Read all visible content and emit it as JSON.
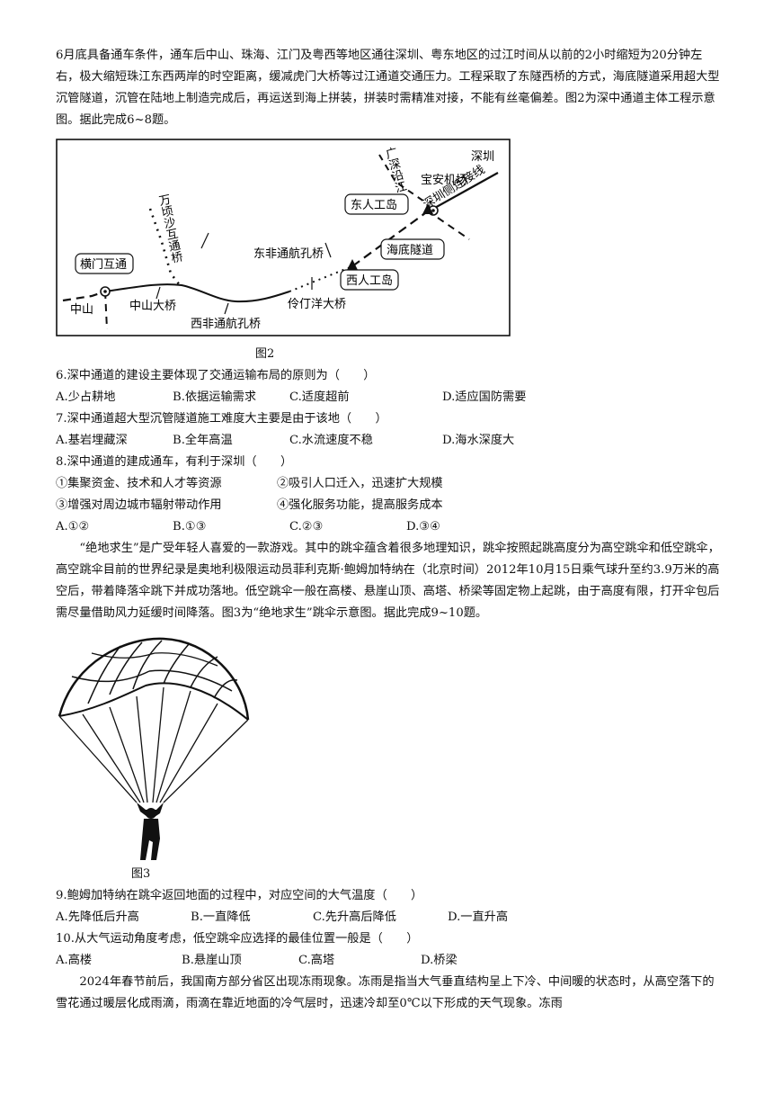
{
  "intro1": "6月底具备通车条件，通车后中山、珠海、江门及粤西等地区通往深圳、粤东地区的过江时间从以前的2小时缩短为20分钟左右，极大缩短珠江东西两岸的时空距离，缓减虎门大桥等过江通道交通压力。工程采取了东隧西桥的方式，海底隧道采用超大型沉管隧道，沉管在陆地上制造完成后，再运送到海上拼装，拼装时需精准对接，不能有丝毫偏差。图2为深中通道主体工程示意图。据此完成6~8题。",
  "fig2": {
    "caption": "图2",
    "labels": {
      "shenzhen": "深圳",
      "baoan": "宝安机场",
      "guangshen": "广深沿江",
      "connector": "深圳侧连接线",
      "east_island": "东人工岛",
      "undersea": "海底隧道",
      "west_island": "西人工岛",
      "lingding": "伶仃洋大桥",
      "dongfei": "东非通航孔桥",
      "xifei": "西非通航孔桥",
      "wanqing": "万顷沙互通桥",
      "hengmen": "横门互通",
      "zhongshan_bridge": "中山大桥",
      "zhongshan": "中山"
    }
  },
  "q6": {
    "stem": "6.深中通道的建设主要体现了交通运输布局的原则为（　　）",
    "options": [
      "A.少占耕地",
      "B.依据运输需求",
      "C.适度超前",
      "D.适应国防需要"
    ]
  },
  "q7": {
    "stem": "7.深中通道超大型沉管隧道施工难度大主要是由于该地（　　）",
    "options": [
      "A.基岩埋藏深",
      "B.全年高温",
      "C.水流速度不稳",
      "D.海水深度大"
    ]
  },
  "q8": {
    "stem": "8.深中通道的建成通车，有利于深圳（　　）",
    "items": [
      "①集聚资金、技术和人才等资源",
      "②吸引人口迁入，迅速扩大规模",
      "③增强对周边城市辐射带动作用",
      "④强化服务功能，提高服务成本"
    ],
    "options": [
      "A.①②",
      "B.①③",
      "C.②③",
      "D.③④"
    ]
  },
  "intro2": "“绝地求生”是广受年轻人喜爱的一款游戏。其中的跳伞蕴含着很多地理知识，跳伞按照起跳高度分为高空跳伞和低空跳伞，高空跳伞目前的世界纪录是奥地利极限运动员菲利克斯·鲍姆加特纳在（北京时间）2012年10月15日乘气球升至约3.9万米的高空后，带着降落伞跳下并成功落地。低空跳伞一般在高楼、悬崖山顶、高塔、桥梁等固定物上起跳，由于高度有限，打开伞包后需尽量借助风力延缓时间降落。图3为“绝地求生”跳伞示意图。据此完成9~10题。",
  "fig3": {
    "caption": "图3"
  },
  "q9": {
    "stem": "9.鲍姆加特纳在跳伞返回地面的过程中，对应空间的大气温度（　　）",
    "options": [
      "A.先降低后升高",
      "B.一直降低",
      "C.先升高后降低",
      "D.一直升高"
    ]
  },
  "q10": {
    "stem": "10.从大气运动角度考虑，低空跳伞应选择的最佳位置一般是（　　）",
    "options": [
      "A.高楼",
      "B.悬崖山顶",
      "C.高塔",
      "D.桥梁"
    ]
  },
  "intro3": "2024年春节前后，我国南方部分省区出现冻雨现象。冻雨是指当大气垂直结构呈上下冷、中间暖的状态时，从高空落下的雪花通过暖层化成雨滴，雨滴在靠近地面的冷气层时，迅速冷却至0℃以下形成的天气现象。冻雨"
}
